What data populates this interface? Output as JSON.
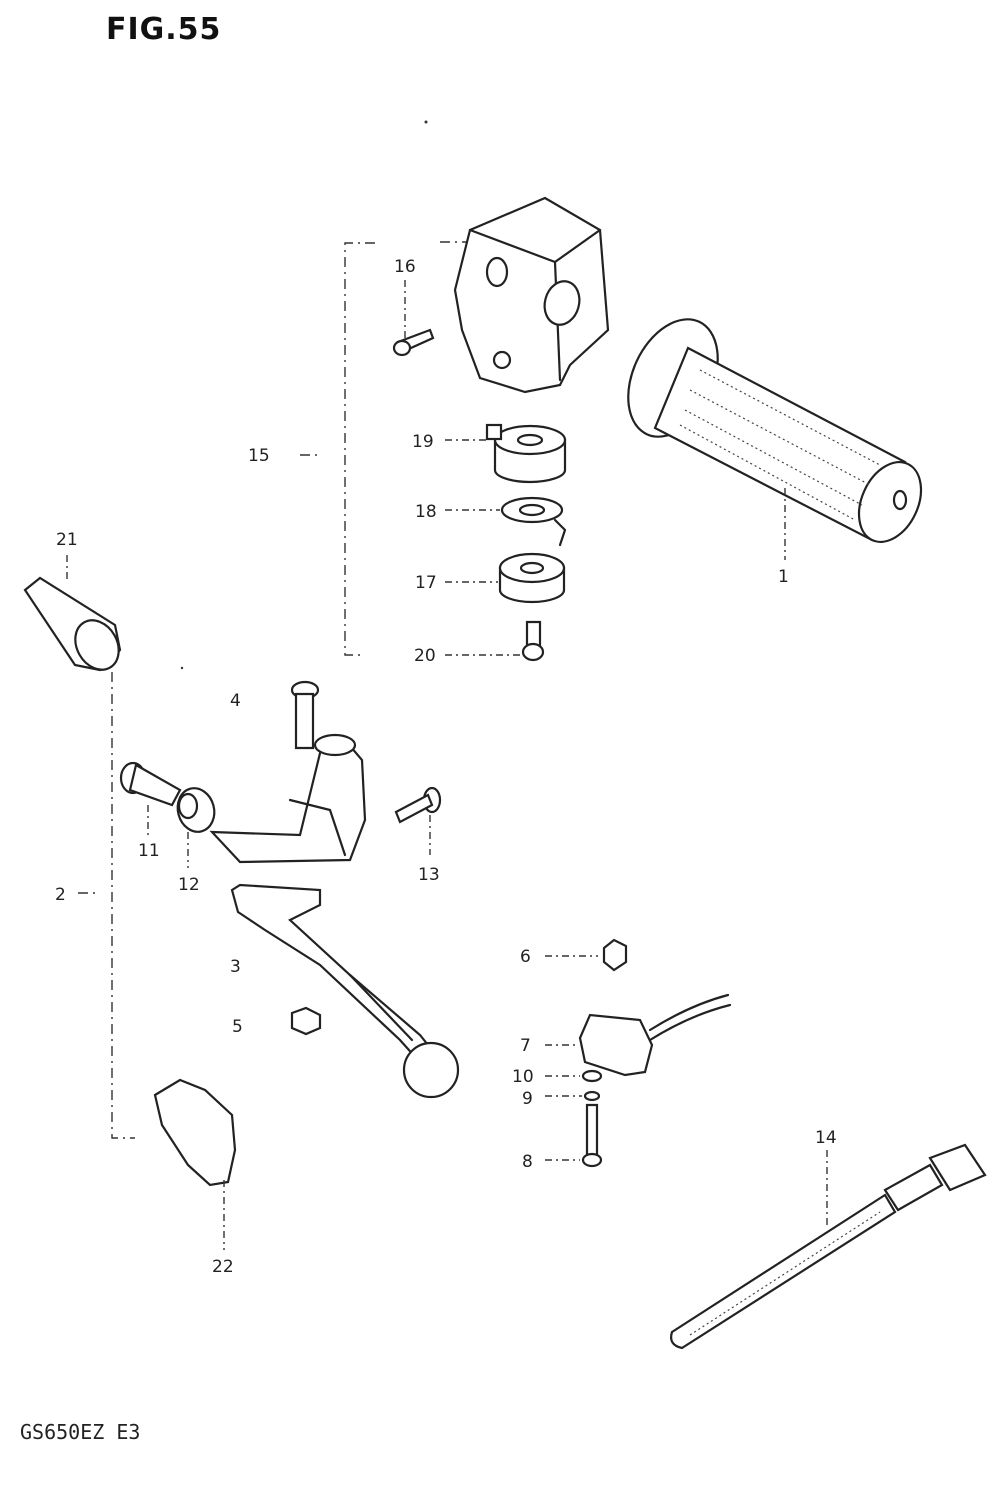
{
  "figure": {
    "title": "FIG.55",
    "model_code": "GS650EZ E3"
  },
  "callouts": {
    "1": "1",
    "2": "2",
    "3": "3",
    "4": "4",
    "5": "5",
    "6": "6",
    "7": "7",
    "8": "8",
    "9": "9",
    "10": "10",
    "11": "11",
    "12": "12",
    "13": "13",
    "14": "14",
    "15": "15",
    "16": "16",
    "17": "17",
    "18": "18",
    "19": "19",
    "20": "20",
    "21": "21",
    "22": "22"
  }
}
